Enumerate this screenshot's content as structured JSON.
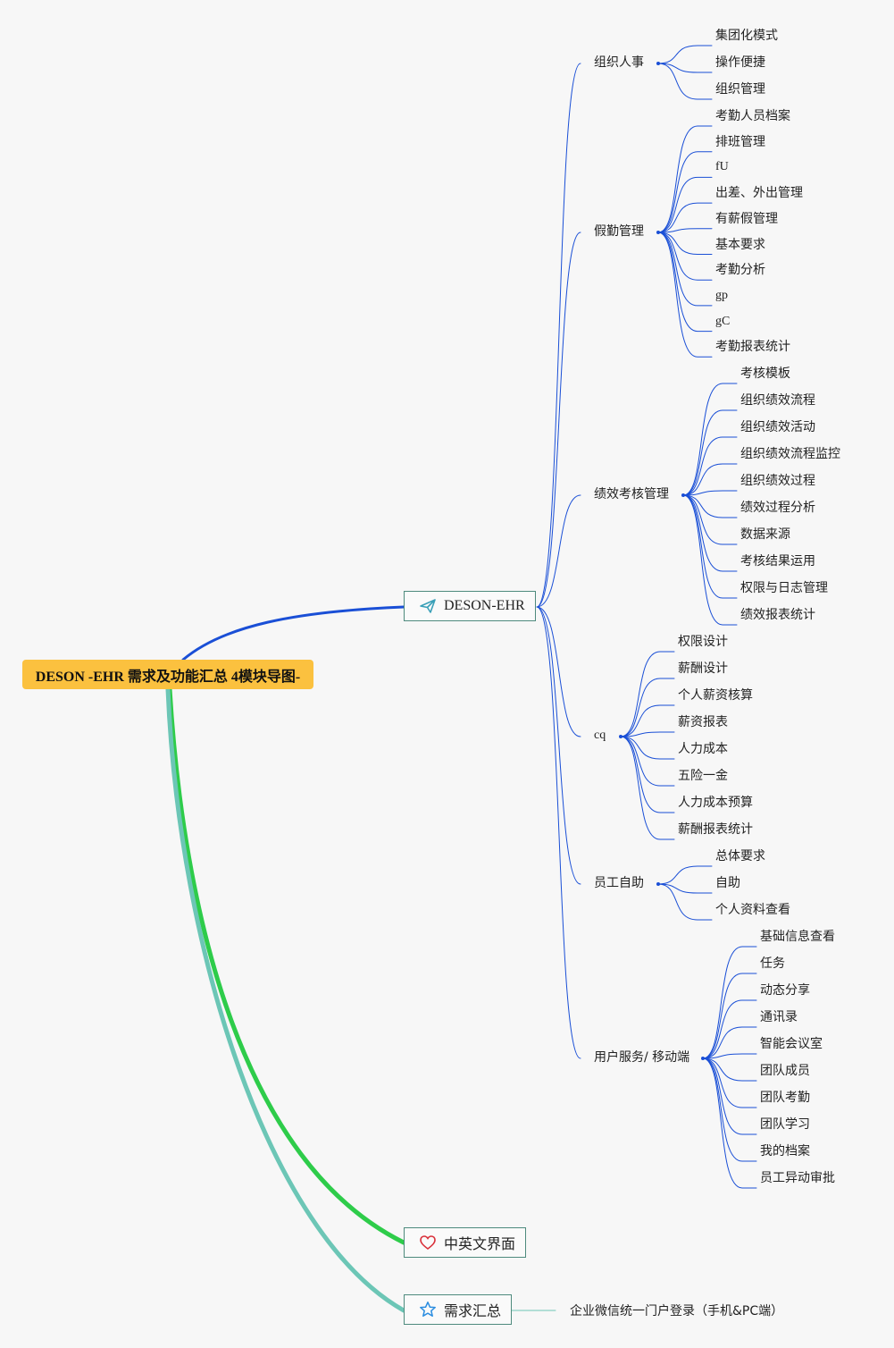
{
  "root": {
    "label": "DESON -EHR 需求及功能汇总 4模块导图-"
  },
  "primary": [
    {
      "label": "DESON-EHR",
      "icon": "paper-plane-icon",
      "color": "#1a4fd6"
    },
    {
      "label": "中英文界面",
      "icon": "heart-icon",
      "color": "#2ecc4a"
    },
    {
      "label": "需求汇总",
      "icon": "star-icon",
      "color": "#6cc6b6"
    }
  ],
  "branches": [
    {
      "label": "组织人事",
      "children": [
        "集团化模式",
        "操作便捷",
        "组织管理"
      ]
    },
    {
      "label": "假勤管理",
      "children": [
        "考勤人员档案",
        "排班管理",
        "fU",
        "出差、外出管理",
        "有薪假管理",
        "基本要求",
        "考勤分析",
        "gp",
        "gC",
        "考勤报表统计"
      ]
    },
    {
      "label": "绩效考核管理",
      "children": [
        "考核模板",
        "组织绩效流程",
        "组织绩效活动",
        "组织绩效流程监控",
        "组织绩效过程",
        "绩效过程分析",
        "数据来源",
        "考核结果运用",
        "权限与日志管理",
        "绩效报表统计"
      ]
    },
    {
      "label": "cq",
      "children": [
        "权限设计",
        "薪酬设计",
        "个人薪资核算",
        "薪资报表",
        "人力成本",
        "五险一金",
        "人力成本预算",
        "薪酬报表统计"
      ]
    },
    {
      "label": "员工自助",
      "children": [
        "总体要求",
        "自助",
        "个人资料查看"
      ]
    },
    {
      "label": "用户服务/ 移动端",
      "children": [
        "基础信息查看",
        "任务",
        "动态分享",
        "通讯录",
        "智能会议室",
        "团队成员",
        "团队考勤",
        "团队学习",
        "我的档案",
        "员工异动审批"
      ]
    }
  ],
  "summary_child": {
    "label": "企业微信统一门户登录（手机&PC端）"
  },
  "colors": {
    "root_fill": "#fbc13f",
    "branch_line": "#1a4fd6",
    "box_border": "#4e8a7d"
  }
}
